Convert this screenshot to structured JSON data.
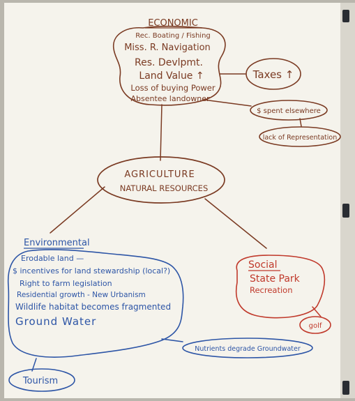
{
  "colors": {
    "paper": "#f5f3ec",
    "backdrop": "#b9b6ad",
    "brown_ink": "#7a3a22",
    "blue_ink": "#2d55a6",
    "red_ink": "#c0392b",
    "clip": "#2a2d33"
  },
  "economic": {
    "title": "ECONOMIC",
    "items": [
      "Rec. Boating / Fishing",
      "Miss. R. Navigation",
      "Res. Devlpmt.",
      "Land Value ↑",
      "Loss of buying Power",
      "Absentee landowner"
    ]
  },
  "taxes": {
    "label": "Taxes ↑"
  },
  "spend": {
    "label": "$ spent elsewhere"
  },
  "representation": {
    "label": "lack of Representation"
  },
  "agriculture": {
    "line1": "AGRICULTURE",
    "line2": "NATURAL RESOURCES"
  },
  "environmental": {
    "title": "Environmental",
    "items": [
      "Erodable land —",
      "$ incentives for land stewardship (local?)",
      "Right to farm legislation",
      "Residential growth - New Urbanism",
      "Wildlife habitat becomes fragmented",
      "Ground Water"
    ]
  },
  "nutrients": {
    "label": "Nutrients degrade Groundwater"
  },
  "tourism": {
    "label": "Tourism"
  },
  "social": {
    "title": "Social",
    "line1": "State Park",
    "line2": "Recreation"
  },
  "golf": {
    "label": "golf"
  }
}
